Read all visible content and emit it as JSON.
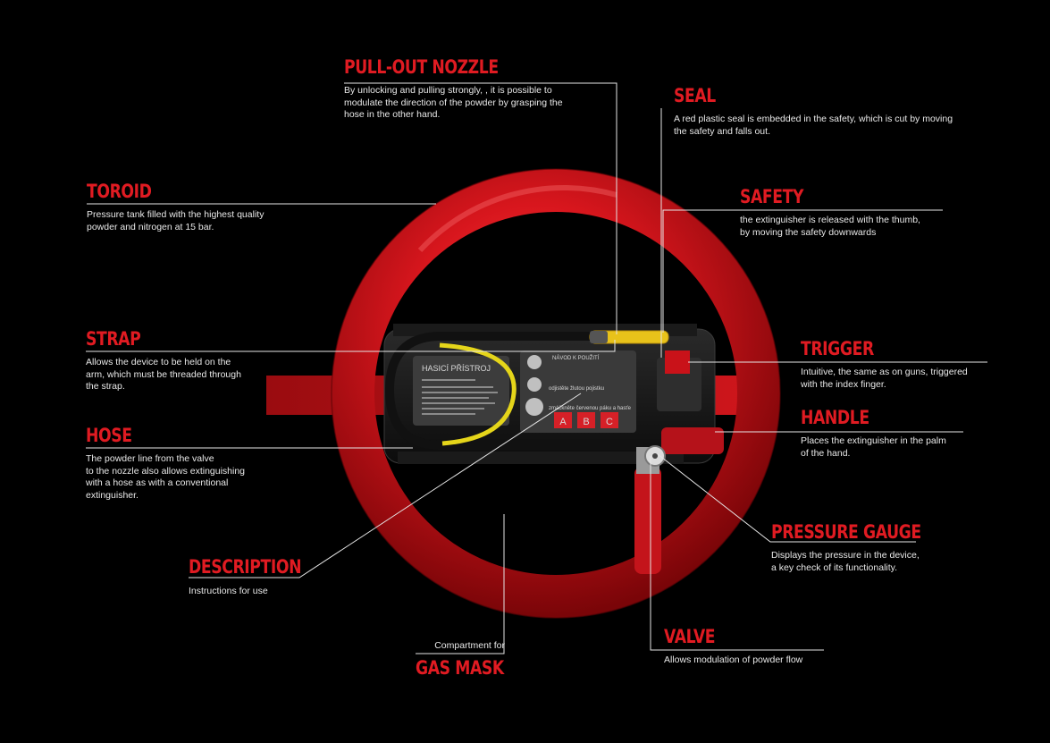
{
  "colors": {
    "background": "#000000",
    "accent_red": "#e01b22",
    "ring_red": "#c8141b",
    "text": "#e8e8e8"
  },
  "callouts": {
    "pull_out_nozzle": {
      "title": "PULL-OUT NOZZLE",
      "desc": [
        "By unlocking and pulling strongly, , it is possible to",
        "modulate the direction of the powder by grasping the",
        "hose in the other hand."
      ]
    },
    "seal": {
      "title": "SEAL",
      "desc": [
        "A red plastic seal is embedded in the safety, which is cut by moving",
        "the safety and falls out."
      ]
    },
    "toroid": {
      "title": "TOROID",
      "desc": [
        "Pressure tank filled with the highest quality",
        "powder and nitrogen at 15 bar."
      ]
    },
    "safety": {
      "title": "SAFETY",
      "desc": [
        "the extinguisher is released with the thumb,",
        "by moving the safety downwards"
      ]
    },
    "strap": {
      "title": "STRAP",
      "desc": [
        "Allows the device to be held on the",
        "arm, which must be threaded through",
        "the strap."
      ]
    },
    "trigger": {
      "title": "TRIGGER",
      "desc": [
        "Intuitive, the same as on guns, triggered",
        "with the index finger."
      ]
    },
    "hose": {
      "title": "HOSE",
      "desc": [
        "The powder line from the valve",
        "to the nozzle also allows extinguishing",
        "with a hose as with a conventional",
        "extinguisher."
      ]
    },
    "handle": {
      "title": "HANDLE",
      "desc": [
        "Places the extinguisher in the palm",
        "of the hand."
      ]
    },
    "pressure_gauge": {
      "title": "PRESSURE GAUGE",
      "desc": [
        "Displays the pressure in the device,",
        "a key check of its functionality."
      ]
    },
    "description": {
      "title": "DESCRIPTION",
      "desc": [
        "Instructions for use"
      ]
    },
    "gas_mask": {
      "pre": "Compartment for",
      "title": "GAS MASK"
    },
    "valve": {
      "title": "VALVE",
      "desc": [
        "Allows modulation of powder flow"
      ]
    }
  },
  "device_label": {
    "heading": "HASICÍ PŘÍSTROJ",
    "navod": "NÁVOD K POUŽITÍ",
    "step_1": "odjistěte žlutou pojistku",
    "step_2": "zmáčkněte červenou páku a hasťe",
    "classes": [
      "A",
      "B",
      "C"
    ]
  }
}
